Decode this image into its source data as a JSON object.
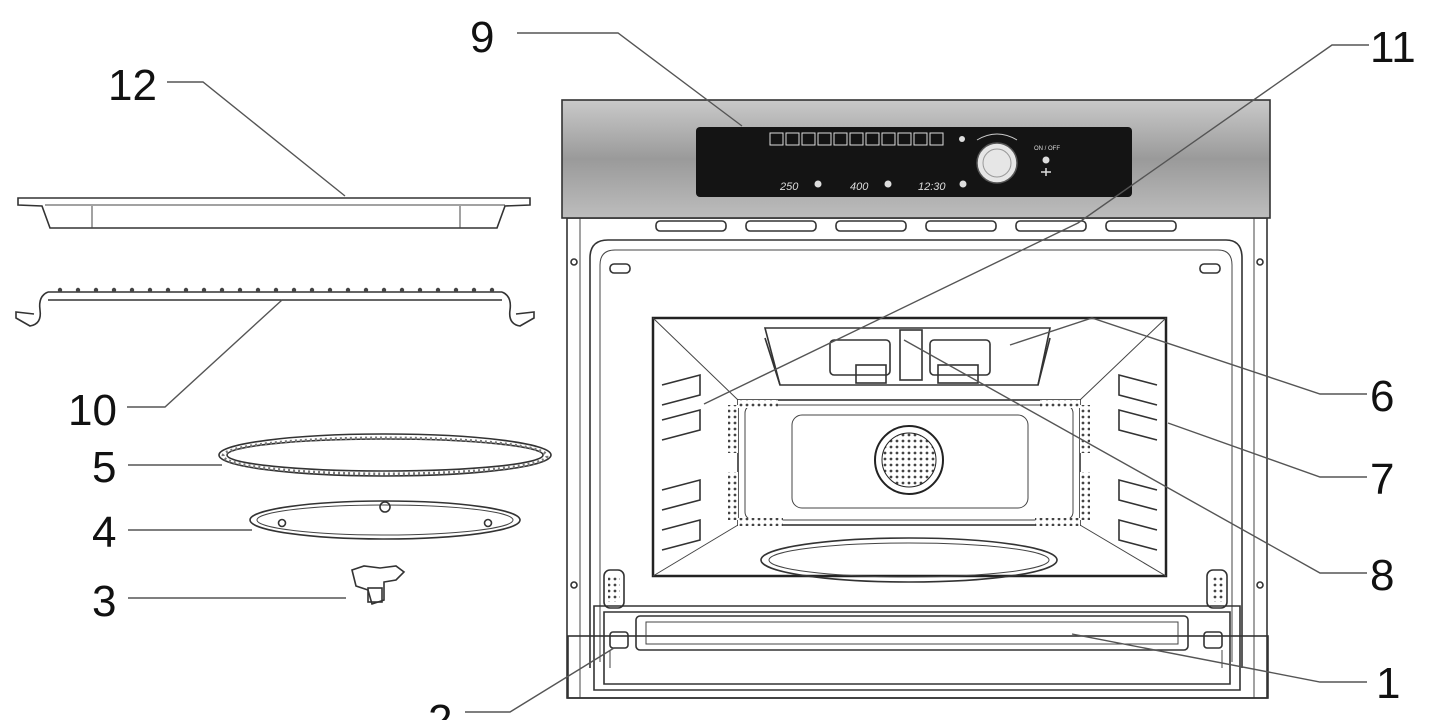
{
  "callouts": [
    {
      "id": "1",
      "label": "1"
    },
    {
      "id": "2",
      "label": "2"
    },
    {
      "id": "3",
      "label": "3"
    },
    {
      "id": "4",
      "label": "4"
    },
    {
      "id": "5",
      "label": "5"
    },
    {
      "id": "6",
      "label": "6"
    },
    {
      "id": "7",
      "label": "7"
    },
    {
      "id": "8",
      "label": "8"
    },
    {
      "id": "9",
      "label": "9"
    },
    {
      "id": "10",
      "label": "10"
    },
    {
      "id": "11",
      "label": "11"
    },
    {
      "id": "12",
      "label": "12"
    }
  ],
  "control_panel": {
    "temp_c": "250",
    "temp_f": "400",
    "clock": "12:30",
    "onoff": "ON / OFF"
  },
  "colors": {
    "panel_dark": "#141414",
    "steel": "#a9a9a9",
    "line": "#333333"
  }
}
